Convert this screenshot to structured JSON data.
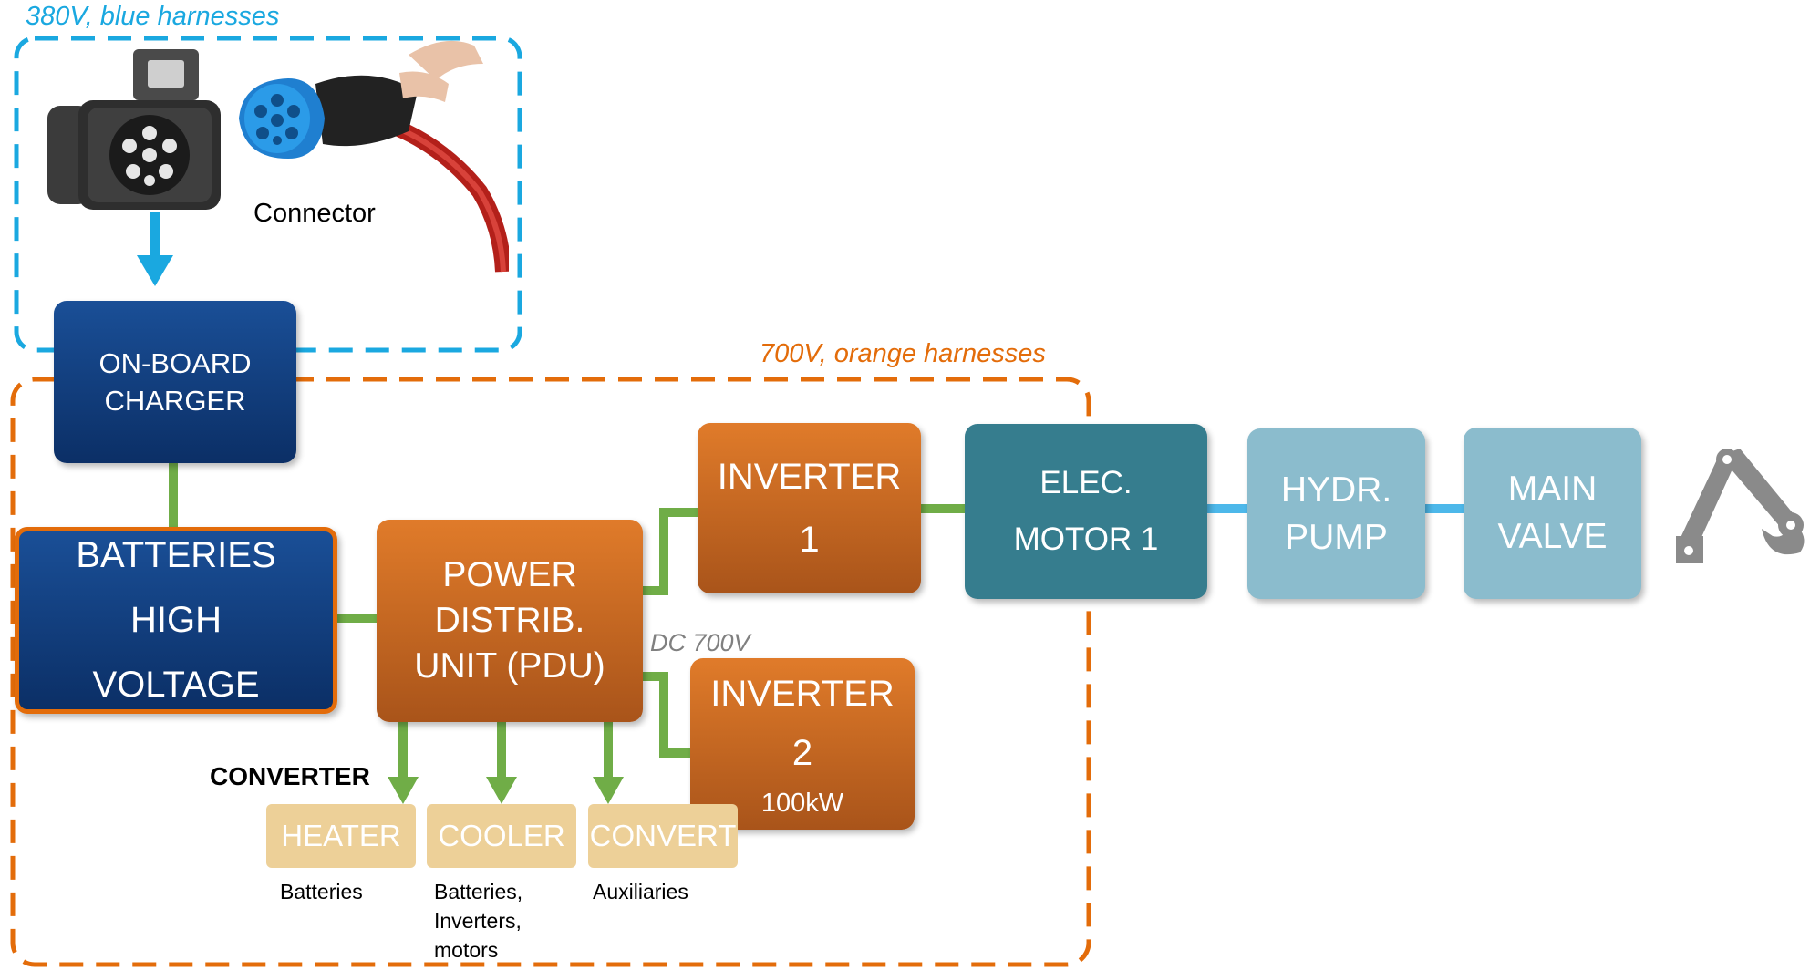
{
  "zones": {
    "blue_label": "380V, blue harnesses",
    "orange_label": "700V, orange harnesses",
    "dc_label": "DC 700V"
  },
  "connector": {
    "label": "Connector"
  },
  "blocks": {
    "charger": [
      "ON-BOARD",
      "CHARGER"
    ],
    "batteries": [
      "BATTERIES",
      "HIGH",
      "VOLTAGE"
    ],
    "pdu": [
      "POWER",
      "DISTRIB.",
      "UNIT (PDU)"
    ],
    "inverter1": [
      "INVERTER",
      "1"
    ],
    "inverter2": [
      "INVERTER",
      "2",
      "100kW"
    ],
    "motor": [
      "ELEC.",
      "MOTOR 1"
    ],
    "pump": [
      "HYDR.",
      "PUMP"
    ],
    "valve": [
      "MAIN",
      "VALVE"
    ]
  },
  "converter_section": {
    "heading": "CONVERTER",
    "units": [
      {
        "label": "HEATER",
        "note": "Batteries"
      },
      {
        "label": "COOLER",
        "note": "Batteries,\nInverters,\nmotors"
      },
      {
        "label": "CONVERT",
        "note": "Auxiliaries"
      }
    ]
  },
  "colors": {
    "blue_harness": "#1aa8e0",
    "orange_harness": "#e36c0a",
    "green_link": "#70ad47",
    "hydraulic_link": "#4db8ea",
    "navy_block": "#123f80",
    "orange_block": "#c7661f",
    "teal_block": "#367d8e",
    "light_blue_block": "#8bbccd",
    "tan_block": "#edd098"
  },
  "icons": [
    "charging-socket-icon",
    "charging-plug-icon",
    "excavator-arm-icon"
  ]
}
